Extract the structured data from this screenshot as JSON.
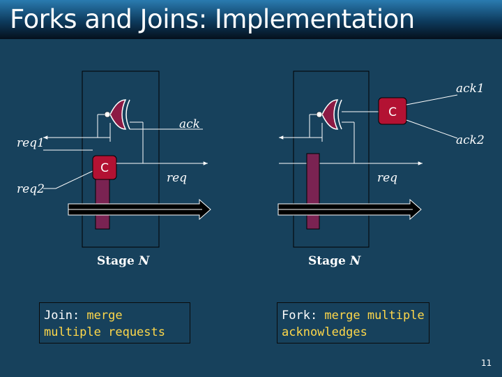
{
  "title": "Forks and Joins:  Implementation",
  "join_panel": {
    "labels": {
      "ack": "ack",
      "req1": "req1",
      "req2": "req2",
      "req": "req"
    },
    "c_element": "C",
    "stage_prefix": "Stage ",
    "stage_n": "N"
  },
  "fork_panel": {
    "labels": {
      "ack1": "ack1",
      "ack2": "ack2",
      "req": "req"
    },
    "c_element": "C",
    "stage_prefix": "Stage ",
    "stage_n": "N"
  },
  "join_note": {
    "keyword": "Join:",
    "text": " merge multiple requests"
  },
  "fork_note": {
    "keyword": "Fork:",
    "text": " merge multiple acknowledges"
  },
  "page_number": "11",
  "colors": {
    "background": "#17415c",
    "c_element_fill": "#b31233",
    "latch_fill": "#7a2352",
    "gate_fill": "#8c1a44",
    "note_text": "#ffd84a"
  }
}
